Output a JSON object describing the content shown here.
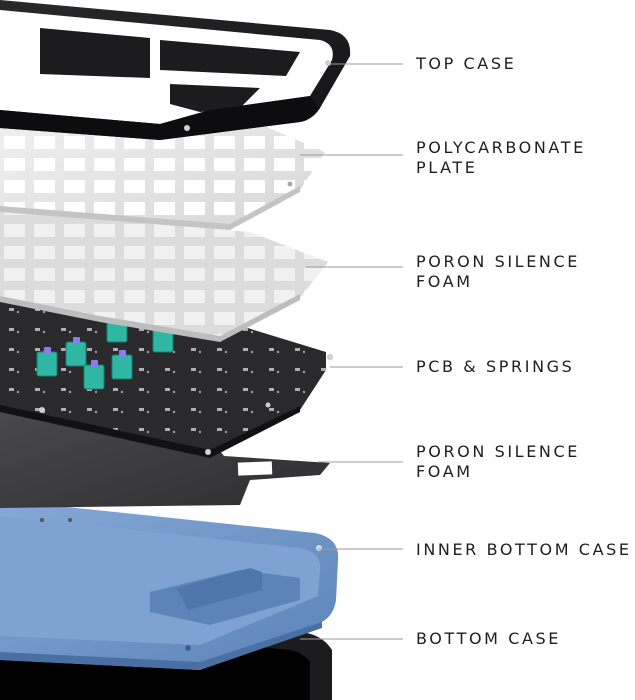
{
  "diagram": {
    "layers": [
      {
        "id": "top-case",
        "lines": [
          "TOP CASE"
        ]
      },
      {
        "id": "polycarbonate-plate",
        "lines": [
          "POLYCARBONATE",
          "PLATE"
        ]
      },
      {
        "id": "poron-silence-foam-upper",
        "lines": [
          "PORON SILENCE",
          "FOAM"
        ]
      },
      {
        "id": "pcb-springs",
        "lines": [
          "PCB & SPRINGS"
        ]
      },
      {
        "id": "poron-silence-foam-lower",
        "lines": [
          "PORON SILENCE",
          "FOAM"
        ]
      },
      {
        "id": "inner-bottom-case",
        "lines": [
          "INNER BOTTOM CASE"
        ]
      },
      {
        "id": "bottom-case",
        "lines": [
          "BOTTOM CASE"
        ]
      }
    ],
    "colors": {
      "top_case": "#1c1c1e",
      "plate": "#e6e6e6",
      "foam_upper": "#dcdcdc",
      "pcb": "#2a2a2c",
      "switch": "#2fb7a4",
      "stem": "#8a7cf0",
      "foam_lower": "#3a3a3c",
      "inner_bottom_case": "#6f97c9",
      "bottom_case": "#1c1c1e",
      "leader_line": "#9a9a9a",
      "label_text": "#1e1e1e"
    }
  }
}
